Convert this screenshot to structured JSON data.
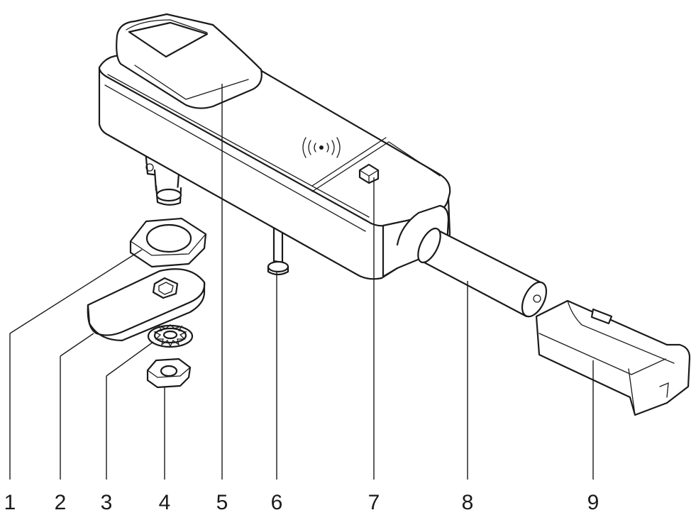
{
  "callouts": [
    {
      "label": "1",
      "part": "hex-nut"
    },
    {
      "label": "2",
      "part": "cam-lever"
    },
    {
      "label": "3",
      "part": "lock-washer"
    },
    {
      "label": "4",
      "part": "small-nut"
    },
    {
      "label": "5",
      "part": "lock-housing"
    },
    {
      "label": "6",
      "part": "screw"
    },
    {
      "label": "7",
      "part": "button"
    },
    {
      "label": "8",
      "part": "battery"
    },
    {
      "label": "9",
      "part": "battery-cover"
    }
  ],
  "icons": {
    "wireless": "rfid-wireless-icon"
  }
}
